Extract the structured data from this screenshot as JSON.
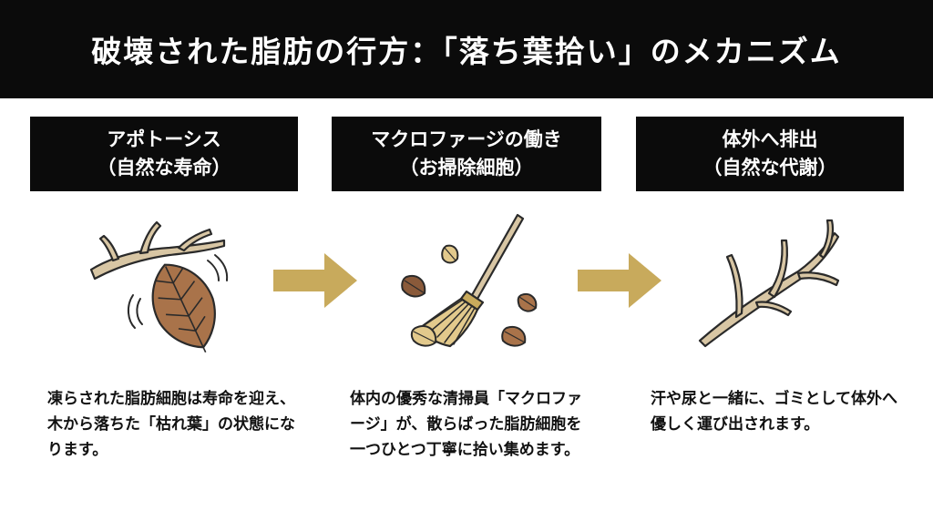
{
  "title": "破壊された脂肪の行方：「落ち葉拾い」のメカニズム",
  "steps": [
    {
      "title": "アポトーシス",
      "subtitle": "（自然な寿命）",
      "description": "凍らされた脂肪細胞は寿命を迎え、木から落ちた「枯れ葉」の状態になります。",
      "icon": "branch-falling-leaf-icon"
    },
    {
      "title": "マクロファージの働き",
      "subtitle": "（お掃除細胞）",
      "description": "体内の優秀な清掃員「マクロファージ」が、散らばった脂肪細胞を一つひとつ丁寧に拾い集めます。",
      "icon": "broom-sweeping-leaves-icon"
    },
    {
      "title": "体外へ排出",
      "subtitle": "（自然な代謝）",
      "description": "汗や尿と一緒に、ゴミとして体外へ優しく運び出されます。",
      "icon": "bare-branch-icon"
    }
  ],
  "colors": {
    "header_bg": "#0b0b0b",
    "header_text": "#ffffff",
    "arrow": "#c8aa5c",
    "branch": "#d8c6a4",
    "leaf": "#a9734a",
    "outline": "#2a2a2a"
  }
}
